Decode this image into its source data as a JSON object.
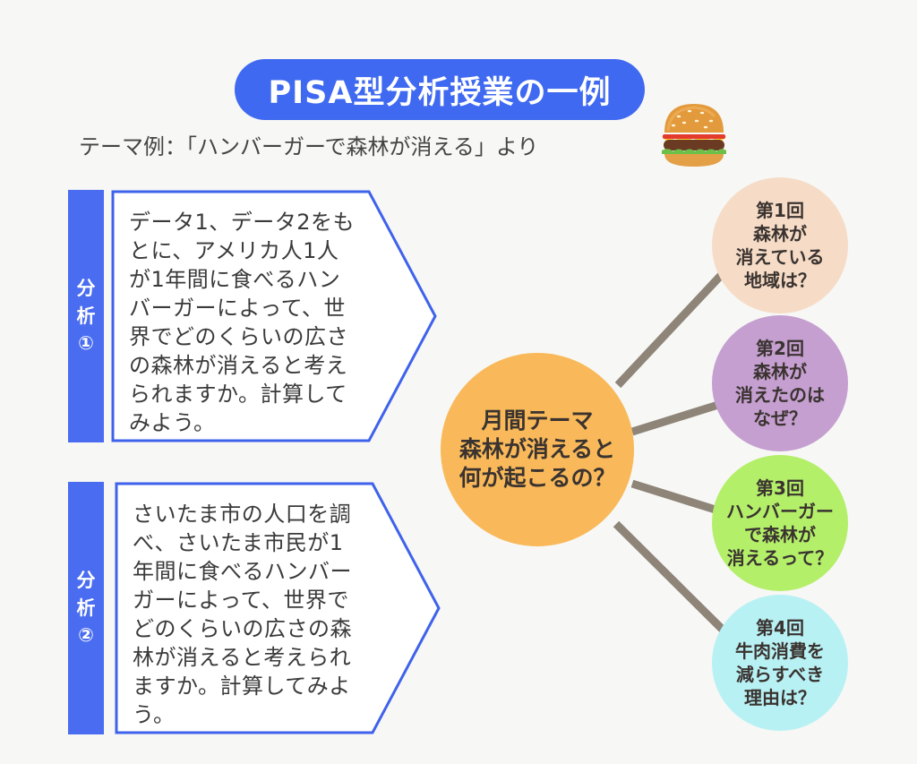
{
  "title": "PISA型分析授業の一例",
  "subtitle": "テーマ例：「ハンバーガーで森林が消える」より",
  "analyses": [
    {
      "tab": [
        "分",
        "析",
        "①"
      ],
      "lines": [
        "データ1、データ2をも",
        "とに、アメリカ人1人",
        "が1年間に食べるハン",
        "バーガーによって、世",
        "界でどのくらいの広さ",
        "の森林が消えると考え",
        "られますか。計算して",
        "みよう。"
      ]
    },
    {
      "tab": [
        "分",
        "析",
        "②"
      ],
      "lines": [
        "さいたま市の人口を調",
        "べ、さいたま市民が1",
        "年間に食べるハンバー",
        "ガーによって、世界で",
        "どのくらいの広さの森",
        "林が消えると考えられ",
        "ますか。計算してみよ",
        "う。"
      ]
    }
  ],
  "center": {
    "lines": [
      "月間テーマ",
      "森林が消えると",
      "何が起こるの？"
    ],
    "color": "#f9b95a"
  },
  "sessions": [
    {
      "lines": [
        "第1回",
        "森林が",
        "消えている",
        "地域は？"
      ],
      "color": "#f6dcc6"
    },
    {
      "lines": [
        "第2回",
        "森林が",
        "消えたのは",
        "なぜ？"
      ],
      "color": "#c59fd0"
    },
    {
      "lines": [
        "第3回",
        "ハンバーガー",
        "で森林が",
        "消えるって？"
      ],
      "color": "#b4ef6a"
    },
    {
      "lines": [
        "第4回",
        "牛肉消費を",
        "減らすべき",
        "理由は？"
      ],
      "color": "#b8f1f4"
    }
  ],
  "colors": {
    "accent": "#3f69f0",
    "connector": "#8e8478"
  }
}
